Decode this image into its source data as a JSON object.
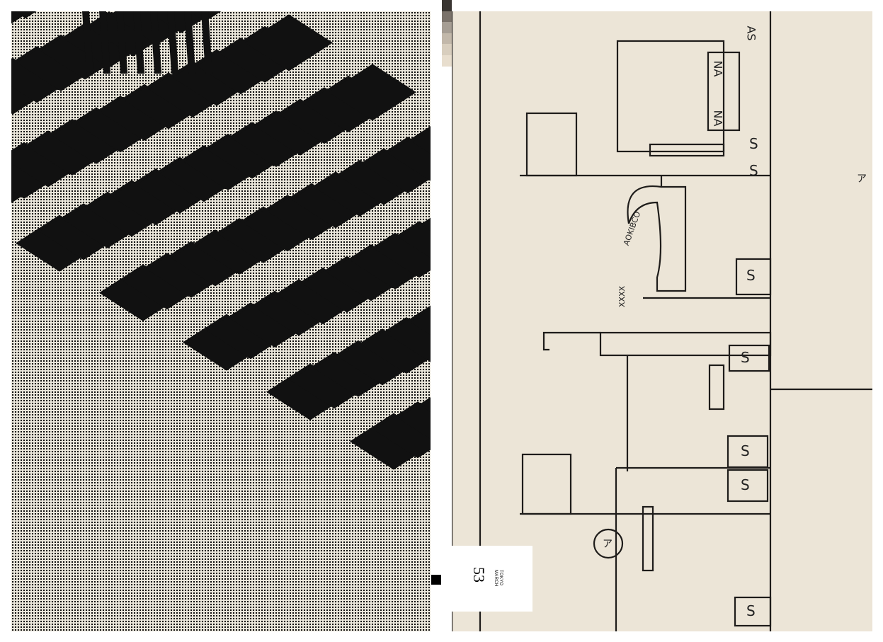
{
  "folio": {
    "page_number": "53",
    "magazine_line1": "TOKYO",
    "magazine_line2": "MARCH"
  },
  "map_labels": [
    {
      "text": "S"
    },
    {
      "text": "S"
    },
    {
      "text": "S"
    },
    {
      "text": "S"
    },
    {
      "text": "S"
    },
    {
      "text": "S"
    },
    {
      "text": "S"
    },
    {
      "text": "NA"
    },
    {
      "text": "NA"
    },
    {
      "text": "AS"
    },
    {
      "text": "ア"
    },
    {
      "text": "ア"
    },
    {
      "text": "AOKIBCO"
    },
    {
      "text": "XXXX"
    }
  ],
  "swatch_colors": [
    "#3a3632",
    "#7a726a",
    "#a69e94",
    "#c2b8aa",
    "#d8cebe",
    "#e8dece"
  ]
}
